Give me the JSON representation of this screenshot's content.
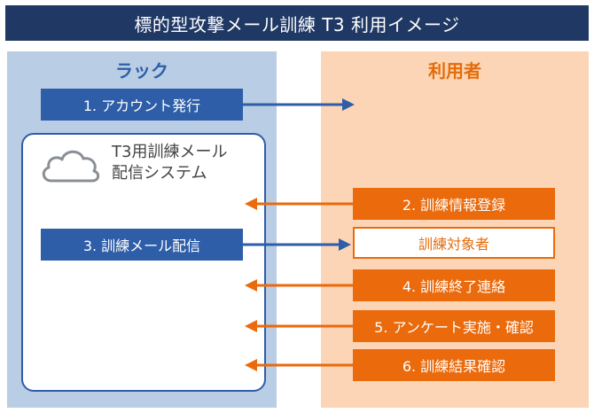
{
  "title": "標的型攻撃メール訓練 T3 利用イメージ",
  "lanes": {
    "left": "ラック",
    "right": "利用者"
  },
  "system": {
    "line1": "T3用訓練メール",
    "line2": "配信システム",
    "icon": "cloud-icon"
  },
  "steps": {
    "s1": "1. アカウント発行",
    "s2": "2. 訓練情報登録",
    "s3": "3. 訓練メール配信",
    "target": "訓練対象者",
    "s4": "4. 訓練終了連絡",
    "s5": "5. アンケート実施・確認",
    "s6": "6. 訓練結果確認"
  },
  "colors": {
    "header": "#1f3864",
    "blue": "#2e5ea8",
    "orange": "#ea6a0c",
    "lane_left": "#b9cde4",
    "lane_right": "#fbd5b5"
  }
}
